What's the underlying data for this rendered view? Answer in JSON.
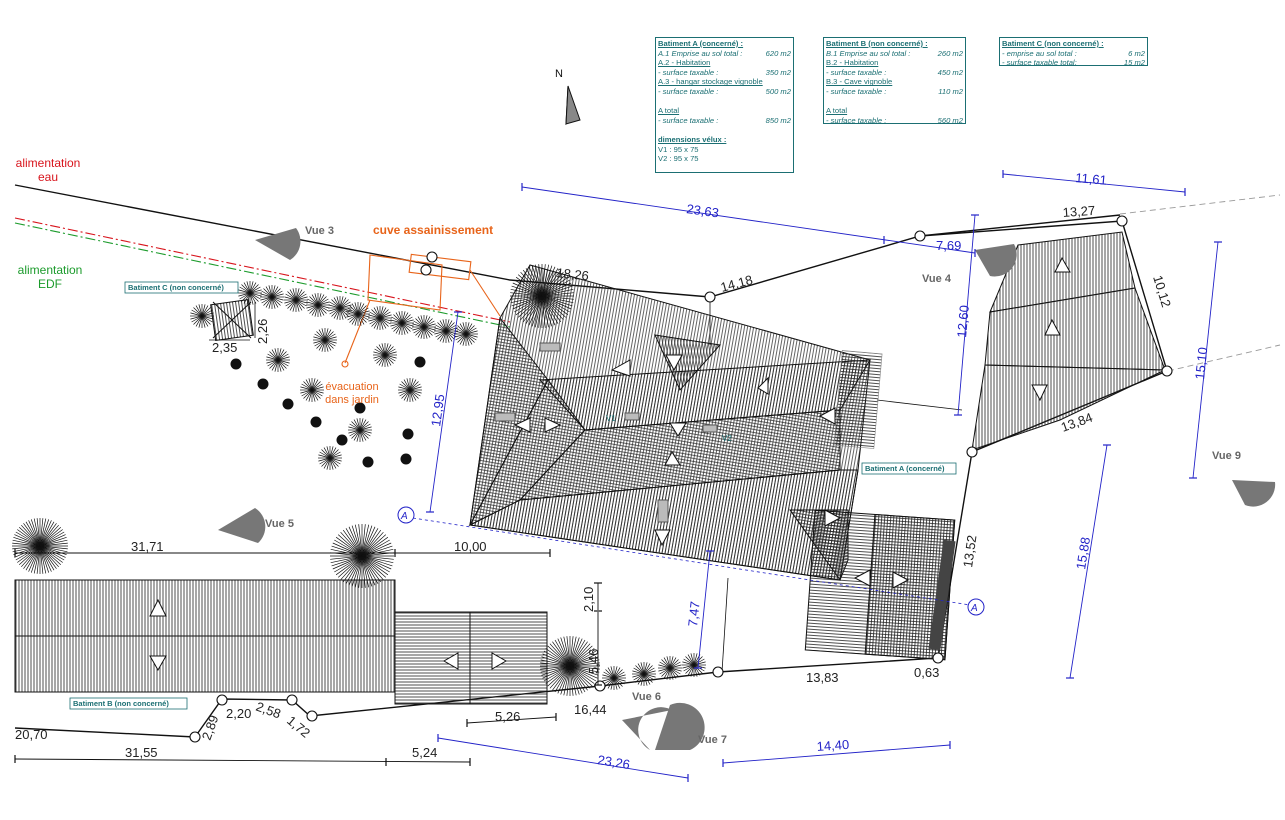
{
  "legend": {
    "water": [
      "alimentation",
      "eau"
    ],
    "edf": [
      "alimentation",
      "EDF"
    ],
    "tank": "cuve assainissement",
    "evacuation": [
      "évacuation",
      "dans jardin"
    ],
    "north": "N"
  },
  "building_tags": {
    "a": "Batiment A (concerné)",
    "b": "Batiment B (non concerné)",
    "c": "Batiment C (non concerné)",
    "v1": "V1",
    "v2": "V2",
    "axis": "A"
  },
  "views": {
    "v3": "Vue 3",
    "v4": "Vue 4",
    "v5": "Vue 5",
    "v6": "Vue 6",
    "v7": "Vue 7",
    "v9": "Vue 9"
  },
  "dims": {
    "d1826": "18,26",
    "d1418": "14,18",
    "d1327": "13,27",
    "d1012": "10,12",
    "d1384": "13,84",
    "d1352": "13,52",
    "d063": "0,63",
    "d1383": "13,83",
    "d3171": "31,71",
    "d1000": "10,00",
    "d210": "2,10",
    "d546": "5,46",
    "d1644": "16,44",
    "d526": "5,26",
    "d2070": "20,70",
    "d3155": "31,55",
    "d524": "5,24",
    "d289": "2,89",
    "d220": "2,20",
    "d258": "2,58",
    "d172": "1,72",
    "d226": "2,26",
    "d235": "2,35"
  },
  "dims_blue": {
    "d2363": "23,63",
    "d769": "7,69",
    "d1161": "11,61",
    "d1260": "12,60",
    "d1510": "15,10",
    "d1295": "12,95",
    "d747": "7,47",
    "d1588": "15,88",
    "d2326": "23,26",
    "d1440": "14,40"
  },
  "tables": {
    "a": {
      "title": "Batiment A (concerné) :",
      "rows": [
        {
          "type": "row",
          "label": "A.1 Emprise au sol total :",
          "value": "620 m2"
        },
        {
          "type": "sub",
          "text": "A.2 - Habitation"
        },
        {
          "type": "row",
          "label": "- surface taxable :",
          "value": "350 m2"
        },
        {
          "type": "sub",
          "text": "A.3 - hangar stockage vignoble"
        },
        {
          "type": "row",
          "label": "- surface taxable :",
          "value": "500 m2"
        },
        {
          "type": "gap"
        },
        {
          "type": "sub",
          "text": "A total"
        },
        {
          "type": "row",
          "label": "- surface taxable :",
          "value": "850 m2"
        },
        {
          "type": "gap"
        },
        {
          "type": "head",
          "text": "dimensions vélux :"
        },
        {
          "type": "plain",
          "text": "V1 : 95 x 75"
        },
        {
          "type": "plain",
          "text": "V2 : 95 x 75"
        }
      ]
    },
    "b": {
      "title": "Batiment B (non concerné) :",
      "rows": [
        {
          "type": "row",
          "label": "B.1 Emprise au sol total :",
          "value": "260 m2"
        },
        {
          "type": "sub",
          "text": "B.2 - Habitation"
        },
        {
          "type": "row",
          "label": "- surface taxable :",
          "value": "450 m2"
        },
        {
          "type": "sub",
          "text": "B.3 - Cave vignoble"
        },
        {
          "type": "row",
          "label": "- surface taxable :",
          "value": "110 m2"
        },
        {
          "type": "gap"
        },
        {
          "type": "sub",
          "text": "A total"
        },
        {
          "type": "row",
          "label": "- surface taxable :",
          "value": "560 m2"
        }
      ]
    },
    "c": {
      "title": "Batiment C (non concerné) :",
      "rows": [
        {
          "type": "row",
          "label": "- emprise au sol total :",
          "value": "6 m2"
        },
        {
          "type": "row",
          "label": "- surface taxable total:",
          "value": "15 m2"
        }
      ]
    }
  },
  "colors": {
    "line": "#111111",
    "dim_blue": "#2323c8",
    "water_red": "#d8141c",
    "edf_green": "#1c9b2c",
    "septic_orange": "#e8641a",
    "tag_teal": "#1b6f73",
    "view_gray": "#666666"
  }
}
